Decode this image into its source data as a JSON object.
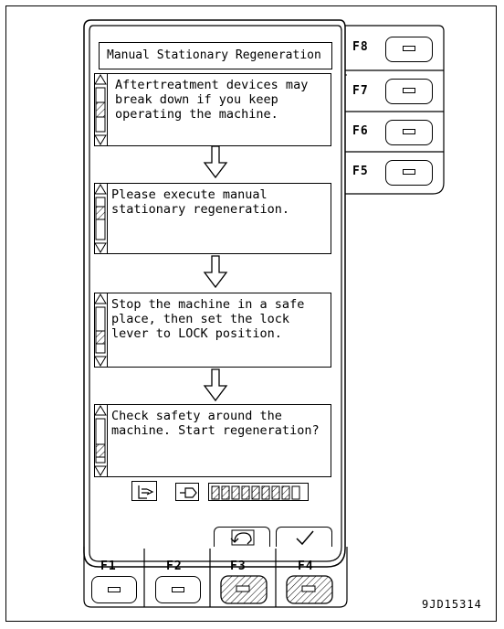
{
  "title_bar": {
    "text": "Manual Stationary Regeneration"
  },
  "screens": [
    {
      "text": "Aftertreatment devices may\nbreak down if you keep\noperating the machine."
    },
    {
      "text": "Please execute manual\nstationary regeneration."
    },
    {
      "text": "Stop the machine in a safe\nplace, then set the lock\nlever to LOCK position."
    },
    {
      "text": "Check safety around the\nmachine. Start regeneration?"
    }
  ],
  "side_keys": [
    {
      "label": "F8"
    },
    {
      "label": "F7"
    },
    {
      "label": "F6"
    },
    {
      "label": "F5"
    }
  ],
  "bottom_keys": [
    {
      "label": "F1",
      "hatched": false
    },
    {
      "label": "F2",
      "hatched": false
    },
    {
      "label": "F3",
      "hatched": true
    },
    {
      "label": "F4",
      "hatched": true
    }
  ],
  "soft_buttons": [
    {
      "icon": "return-icon"
    },
    {
      "icon": "checkmark-icon"
    }
  ],
  "status_row": {
    "icons": [
      "regeneration-status-icon",
      "engine-exhaust-icon"
    ],
    "gauge_segments_filled": 8,
    "gauge_segments_total": 9
  },
  "figure_ref": "9JD15314"
}
